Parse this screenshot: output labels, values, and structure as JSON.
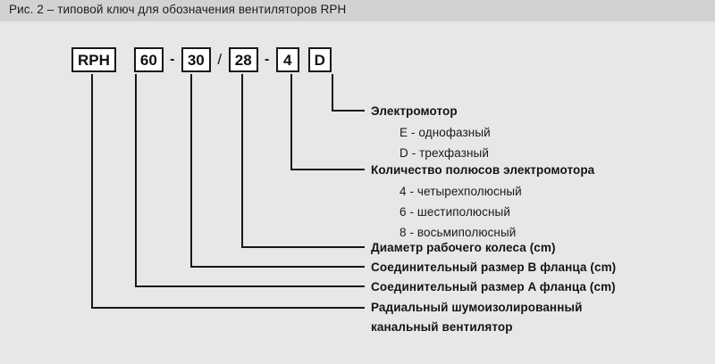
{
  "header": {
    "title": "Рис. 2 – типовой ключ для обозначения вентиляторов RPH",
    "bar_color": "#d1d2d4"
  },
  "page": {
    "background": "#e6e7e9",
    "line_color": "#171717",
    "text_color": "#141414"
  },
  "code": {
    "segments": [
      {
        "kind": "box",
        "text": "RPH",
        "wide": true
      },
      {
        "kind": "box",
        "text": "60",
        "wide": false
      },
      {
        "kind": "sep",
        "text": "-"
      },
      {
        "kind": "box",
        "text": "30",
        "wide": false
      },
      {
        "kind": "sep",
        "text": "/"
      },
      {
        "kind": "box",
        "text": "28",
        "wide": false
      },
      {
        "kind": "sep",
        "text": "-"
      },
      {
        "kind": "box",
        "text": "4",
        "wide": false
      },
      {
        "kind": "gap",
        "text": ""
      },
      {
        "kind": "box",
        "text": "D",
        "wide": false
      }
    ]
  },
  "callouts": [
    {
      "id": "motor",
      "label": "Электромотор",
      "sub": [
        "E - однофазный",
        "D - трехфазный"
      ]
    },
    {
      "id": "poles",
      "label": "Количество полюсов электромотора",
      "sub": [
        "4 - четырехполюсный",
        "6 - шестиполюсный",
        "8 - восьмиполюсный"
      ]
    },
    {
      "id": "impeller-diameter",
      "label": "Диаметр рабочего колеса (cm)",
      "sub": []
    },
    {
      "id": "flange-b",
      "label": "Соединительный размер B фланца (cm)",
      "sub": []
    },
    {
      "id": "flange-a",
      "label": "Соединительный размер A фланца (cm)",
      "sub": []
    },
    {
      "id": "product-type",
      "label": "Радиальный шумоизолированный",
      "label_line2": "канальный вентилятор",
      "sub": []
    }
  ]
}
